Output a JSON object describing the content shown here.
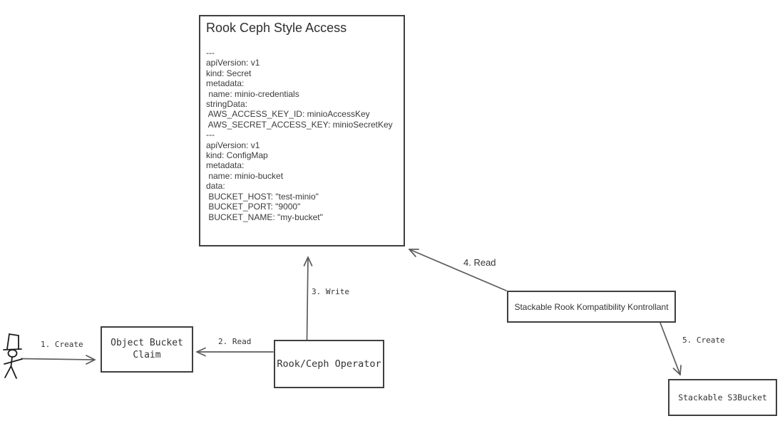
{
  "colors": {
    "background": "#ffffff",
    "box_border": "#3f3f3f",
    "arrow_line": "#5c5c5c",
    "text": "#333333"
  },
  "diagram": {
    "main_box": {
      "title": "Rook Ceph Style Access",
      "yaml_lines": [
        "---",
        "apiVersion: v1",
        "kind: Secret",
        "metadata:",
        " name: minio-credentials",
        "stringData:",
        " AWS_ACCESS_KEY_ID: minioAccessKey",
        " AWS_SECRET_ACCESS_KEY: minioSecretKey",
        "---",
        "apiVersion: v1",
        "kind: ConfigMap",
        "metadata:",
        " name: minio-bucket",
        "data:",
        " BUCKET_HOST: \"test-minio\"",
        " BUCKET_PORT: \"9000\"",
        " BUCKET_NAME: \"my-bucket\""
      ]
    },
    "actor": {
      "icon": "stick-figure-person-with-top-hat"
    },
    "nodes": [
      {
        "id": "object-bucket-claim",
        "label": "Object Bucket Claim"
      },
      {
        "id": "rook-ceph-operator",
        "label": "Rook/Ceph Operator"
      },
      {
        "id": "stackable-rook-kompatibility-kontrollant",
        "label": "Stackable Rook Kompatibility Kontrollant"
      },
      {
        "id": "stackable-s3bucket",
        "label": "Stackable S3Bucket"
      }
    ],
    "edges": [
      {
        "id": "edge-1",
        "label": "1. Create",
        "from": "actor",
        "to": "object-bucket-claim"
      },
      {
        "id": "edge-2",
        "label": "2. Read",
        "from": "rook-ceph-operator",
        "to": "object-bucket-claim"
      },
      {
        "id": "edge-3",
        "label": "3. Write",
        "from": "rook-ceph-operator",
        "to": "rook-ceph-style-access"
      },
      {
        "id": "edge-4",
        "label": "4. Read",
        "from": "stackable-rook-kompatibility-kontrollant",
        "to": "rook-ceph-style-access"
      },
      {
        "id": "edge-5",
        "label": "5. Create",
        "from": "stackable-rook-kompatibility-kontrollant",
        "to": "stackable-s3bucket"
      }
    ]
  }
}
